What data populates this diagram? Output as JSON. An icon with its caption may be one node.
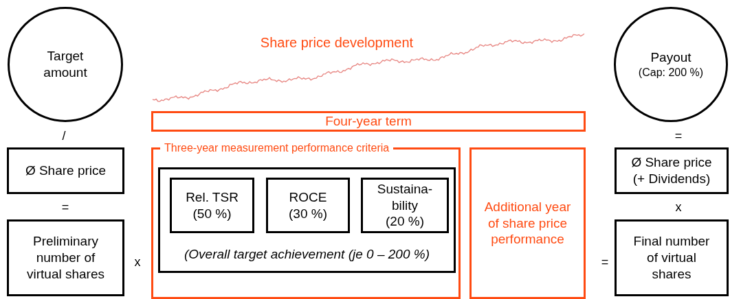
{
  "diagram": {
    "nodes": [
      {
        "text": [
          "Target amount"
        ]
      },
      {
        "text": [
          "Ø Share price"
        ]
      },
      {
        "text": [
          "Preliminary number of virtual shares"
        ]
      },
      {
        "text": [
          "Four-year term"
        ]
      },
      {
        "text": [
          "Three-year measurement performance criteria"
        ]
      },
      {
        "text": [
          "(Overall target achievement (je 0 – 200 %)"
        ],
        "in": 4
      },
      {
        "text": [
          "Rel. TSR",
          "(50 %)"
        ],
        "in": 5
      },
      {
        "text": [
          "ROCE",
          "(30 %)"
        ],
        "in": 5
      },
      {
        "text": [
          "Sustaina-bility",
          "(20 %)"
        ],
        "in": 5
      },
      {
        "text": [
          "Additional year of share price performance"
        ]
      },
      {
        "text": [
          "Payout",
          "(Cap: 200 %)"
        ]
      },
      {
        "text": [
          "Ø Share price (+ Dividends)"
        ]
      },
      {
        "text": [
          "Final number of virtual shares"
        ]
      }
    ],
    "edges": [],
    "labels": [
      "Share price development",
      "/",
      "=",
      "=",
      "x",
      "x",
      "="
    ]
  }
}
